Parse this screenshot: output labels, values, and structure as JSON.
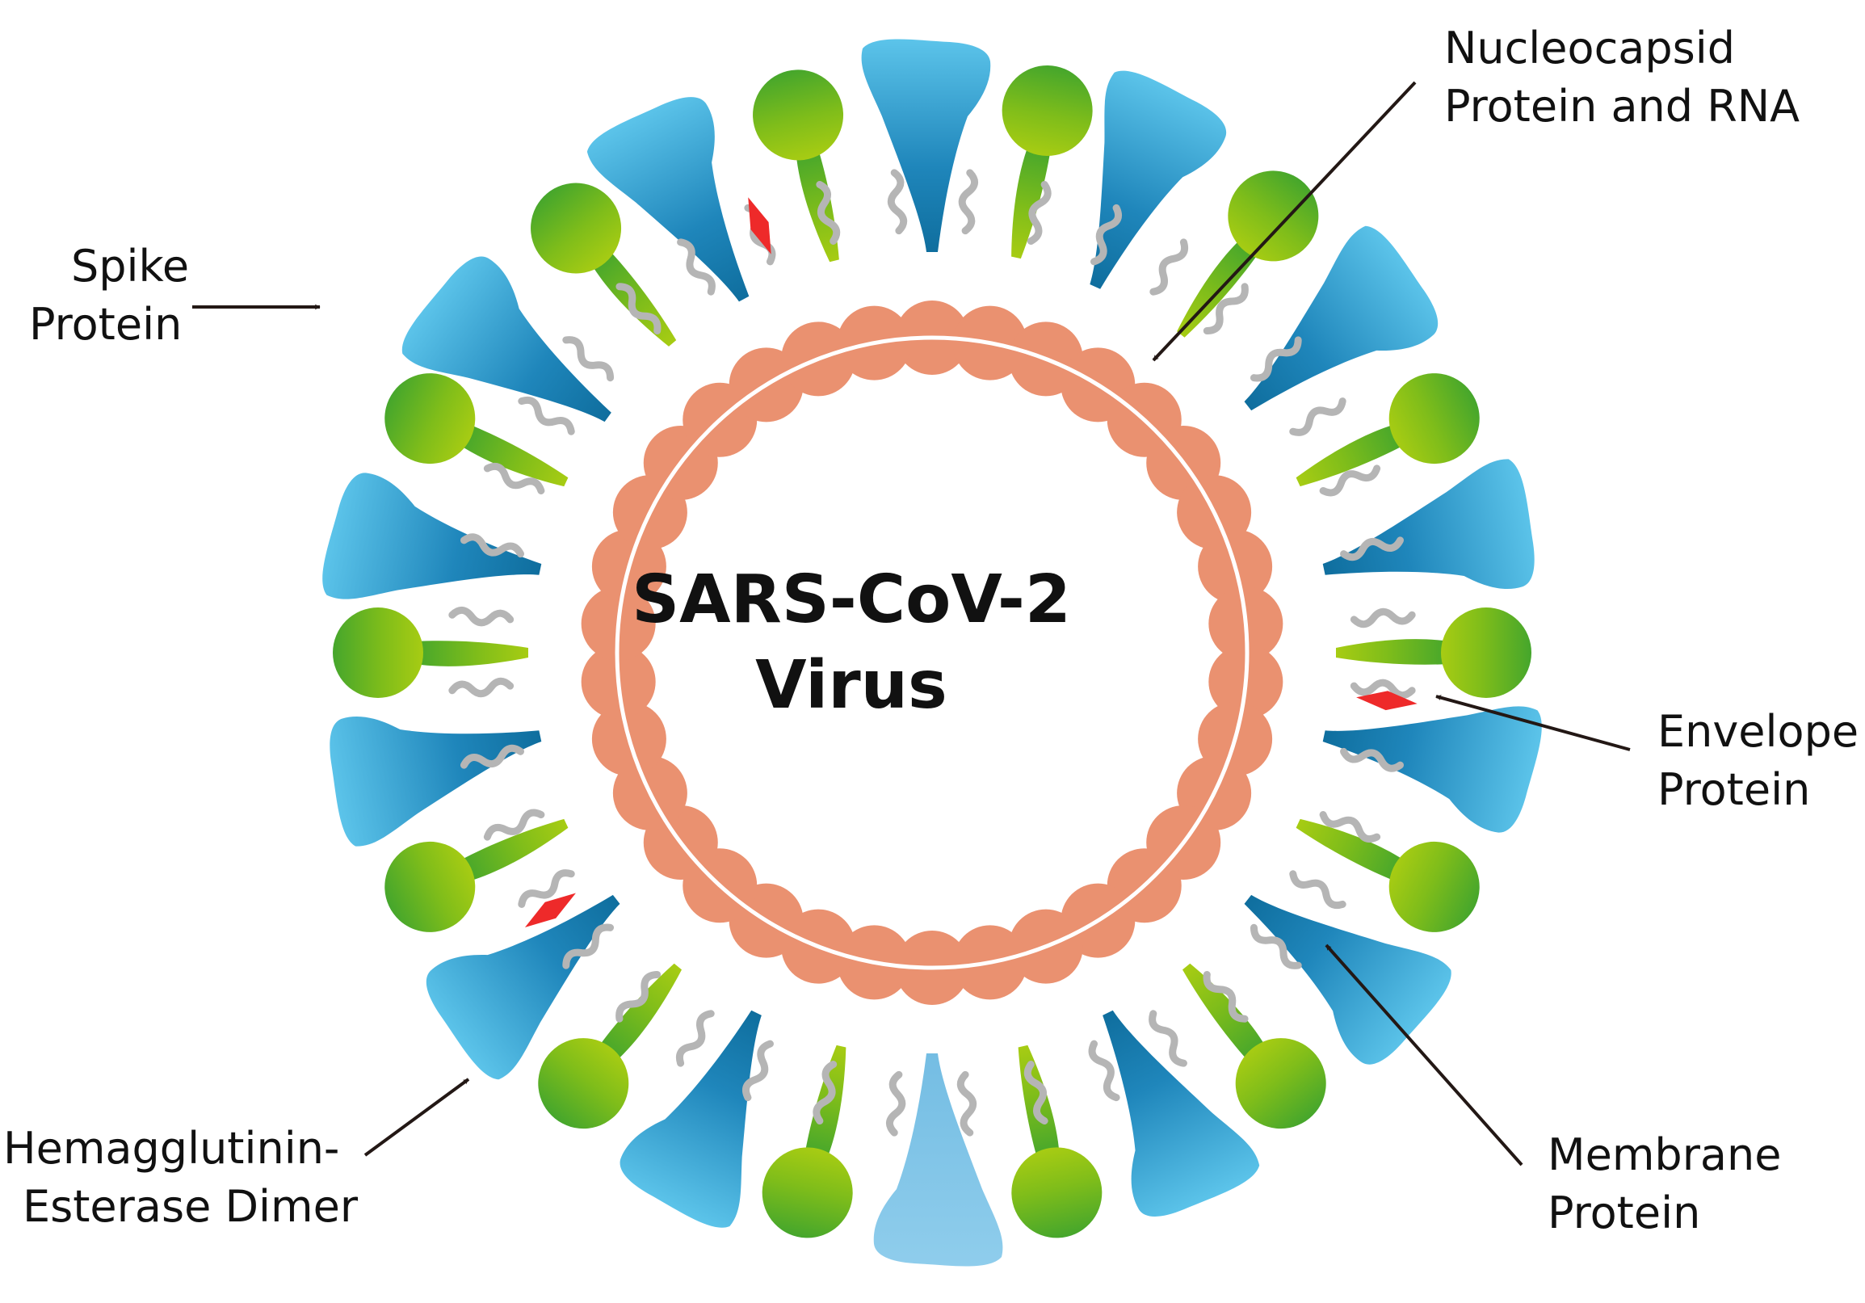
{
  "title": {
    "line1": "SARS-CoV-2",
    "line2": "Virus"
  },
  "labels": {
    "spike": {
      "line1": "Spike",
      "line2": "Protein"
    },
    "nucleocapsid": {
      "line1": "Nucleocapsid",
      "line2": "Protein and RNA"
    },
    "envelope": {
      "line1": "Envelope",
      "line2": "Protein"
    },
    "membrane": {
      "line1": "Membrane",
      "line2": "Protein"
    },
    "hemagglutinin": {
      "line1": "Hemagglutinin-",
      "line2": "Esterase Dimer"
    }
  },
  "colors": {
    "spike_dark": "#0f6e9e",
    "spike_light": "#5cc4ea",
    "spike_pale": "#7fc3e6",
    "he_light": "#a7cc13",
    "he_dark": "#45a62c",
    "nucleocapsid": "#ea9170",
    "membrane": "#b5b5b5",
    "envelope": "#ee2a2a",
    "arrow": "#231815"
  }
}
